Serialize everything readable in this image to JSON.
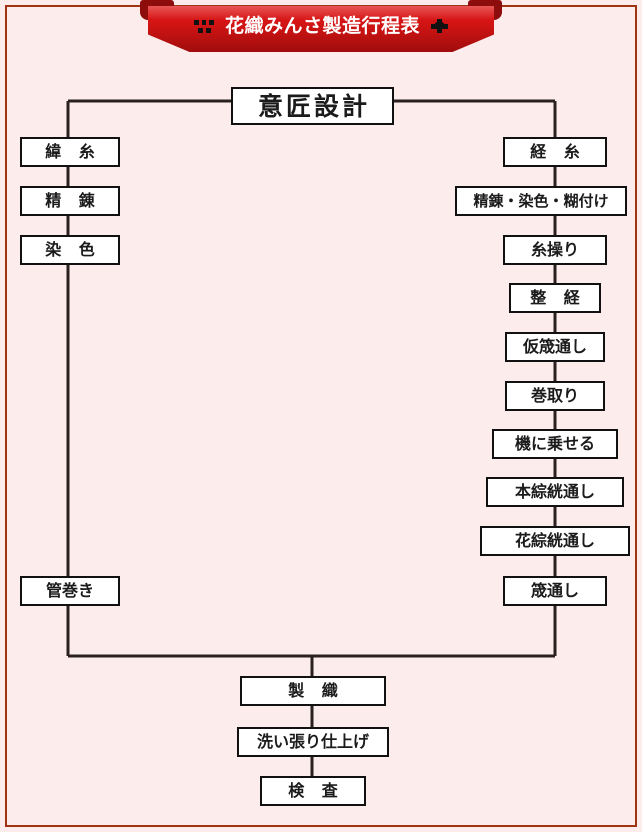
{
  "page": {
    "background_color": "#fceceb",
    "frame_color": "#9e3412"
  },
  "banner": {
    "title": "花織みんさ製造行程表",
    "color": "#d31414",
    "text_color": "#ffffff",
    "left_motif": "minsa-stripes-icon",
    "right_motif": "minsa-cross-icon"
  },
  "chart_data": {
    "type": "diagram",
    "title": "花織みんさ製造行程表",
    "nodes": [
      {
        "id": "design",
        "label": "意匠設計",
        "column": "center",
        "order": 0
      },
      {
        "id": "weft",
        "label": "緯 糸",
        "column": "left",
        "order": 1
      },
      {
        "id": "weft-scour",
        "label": "精 錬",
        "column": "left",
        "order": 2
      },
      {
        "id": "weft-dye",
        "label": "染 色",
        "column": "left",
        "order": 3
      },
      {
        "id": "bobbin",
        "label": "管巻き",
        "column": "left",
        "order": 4
      },
      {
        "id": "warp",
        "label": "経 糸",
        "column": "right",
        "order": 1
      },
      {
        "id": "warp-prep",
        "label": "精錬・染色・糊付け",
        "column": "right",
        "order": 2
      },
      {
        "id": "reeling",
        "label": "糸操り",
        "column": "right",
        "order": 3
      },
      {
        "id": "warping",
        "label": "整 経",
        "column": "right",
        "order": 4
      },
      {
        "id": "temp-reed",
        "label": "仮筬通し",
        "column": "right",
        "order": 5
      },
      {
        "id": "beaming",
        "label": "巻取り",
        "column": "right",
        "order": 6
      },
      {
        "id": "mount-loom",
        "label": "機に乗せる",
        "column": "right",
        "order": 7
      },
      {
        "id": "main-heddle",
        "label": "本綜絖通し",
        "column": "right",
        "order": 8
      },
      {
        "id": "figure-heddle",
        "label": "花綜絖通し",
        "column": "right",
        "order": 9
      },
      {
        "id": "reed",
        "label": "筬通し",
        "column": "right",
        "order": 10
      },
      {
        "id": "weaving",
        "label": "製 織",
        "column": "center",
        "order": 11
      },
      {
        "id": "finishing",
        "label": "洗い張り仕上げ",
        "column": "center",
        "order": 12
      },
      {
        "id": "inspection",
        "label": "検 査",
        "column": "center",
        "order": 13
      }
    ],
    "edges": [
      {
        "from": "design",
        "to": "weft"
      },
      {
        "from": "design",
        "to": "warp"
      },
      {
        "from": "weft",
        "to": "weft-scour"
      },
      {
        "from": "weft-scour",
        "to": "weft-dye"
      },
      {
        "from": "weft-dye",
        "to": "bobbin"
      },
      {
        "from": "warp",
        "to": "warp-prep"
      },
      {
        "from": "warp-prep",
        "to": "reeling"
      },
      {
        "from": "reeling",
        "to": "warping"
      },
      {
        "from": "warping",
        "to": "temp-reed"
      },
      {
        "from": "temp-reed",
        "to": "beaming"
      },
      {
        "from": "beaming",
        "to": "mount-loom"
      },
      {
        "from": "mount-loom",
        "to": "main-heddle"
      },
      {
        "from": "main-heddle",
        "to": "figure-heddle"
      },
      {
        "from": "figure-heddle",
        "to": "reed"
      },
      {
        "from": "bobbin",
        "to": "weaving"
      },
      {
        "from": "reed",
        "to": "weaving"
      },
      {
        "from": "weaving",
        "to": "finishing"
      },
      {
        "from": "finishing",
        "to": "inspection"
      }
    ]
  }
}
